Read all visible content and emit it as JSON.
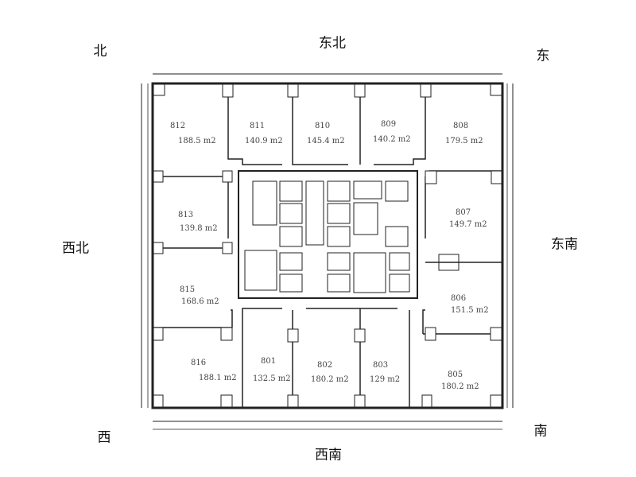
{
  "directions": {
    "north": "北",
    "northeast": "东北",
    "east": "东",
    "northwest": "西北",
    "southeast": "东南",
    "west": "西",
    "south": "南",
    "southwest": "西南"
  },
  "rooms": [
    {
      "number": "812",
      "area": "188.5 m2"
    },
    {
      "number": "811",
      "area": "140.9 m2"
    },
    {
      "number": "810",
      "area": "145.4 m2"
    },
    {
      "number": "809",
      "area": "140.2 m2"
    },
    {
      "number": "808",
      "area": "179.5 m2"
    },
    {
      "number": "813",
      "area": "139.8 m2"
    },
    {
      "number": "807",
      "area": "149.7 m2"
    },
    {
      "number": "815",
      "area": "168.6 m2"
    },
    {
      "number": "806",
      "area": "151.5 m2"
    },
    {
      "number": "816",
      "area": "188.1 m2"
    },
    {
      "number": "801",
      "area": "132.5 m2"
    },
    {
      "number": "802",
      "area": "180.2 m2"
    },
    {
      "number": "803",
      "area": "129 m2"
    },
    {
      "number": "805",
      "area": "180.2 m2"
    }
  ]
}
